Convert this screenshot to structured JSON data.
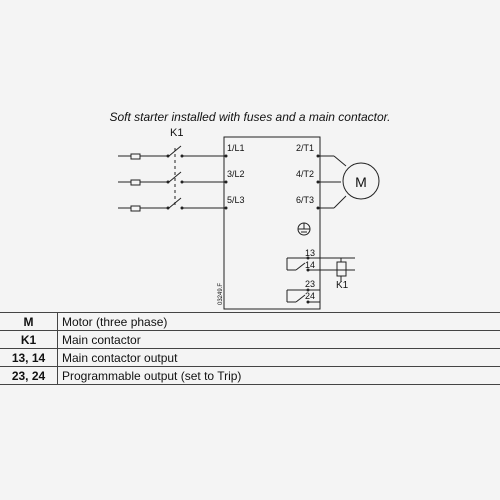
{
  "caption": "Soft starter installed with fuses and a main contactor.",
  "diagram": {
    "k1_top_label": "K1",
    "k1_coil_label": "K1",
    "motor_label": "M",
    "input_terminals": [
      "1/L1",
      "3/L2",
      "5/L3"
    ],
    "output_terminals": [
      "2/T1",
      "4/T2",
      "6/T3"
    ],
    "relay_terminals": [
      "13",
      "14",
      "23",
      "24"
    ],
    "drawing_code": "03249.F"
  },
  "legend": {
    "rows": [
      {
        "key": "M",
        "desc": "Motor (three phase)"
      },
      {
        "key": "K1",
        "desc": "Main contactor"
      },
      {
        "key": "13, 14",
        "desc": "Main contactor output"
      },
      {
        "key": "23, 24",
        "desc": "Programmable output (set to Trip)"
      }
    ]
  }
}
